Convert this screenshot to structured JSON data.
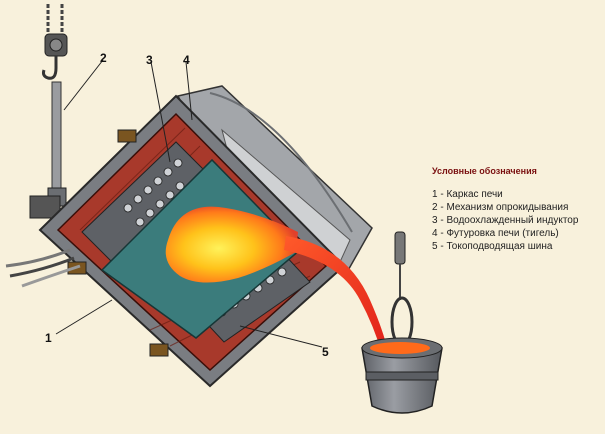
{
  "callouts": {
    "c1": "1",
    "c2": "2",
    "c3": "3",
    "c4": "4",
    "c5": "5"
  },
  "legend": {
    "title": "Условные обозначения",
    "items": [
      "1 - Каркас печи",
      "2 - Механизм опрокидывания",
      "3 - Водоохлажденный индуктор",
      "4 - Футуровка печи (тигель)",
      "5 - Токоподводящая шина"
    ]
  },
  "colors": {
    "background": "#f8f1dc",
    "frame": "#8b8e93",
    "lining": "#a8392b",
    "crucible": "#3b7c7c",
    "molten": "#ff7a1a",
    "stream": "#ea2b20",
    "legend_title": "#7a1010"
  }
}
